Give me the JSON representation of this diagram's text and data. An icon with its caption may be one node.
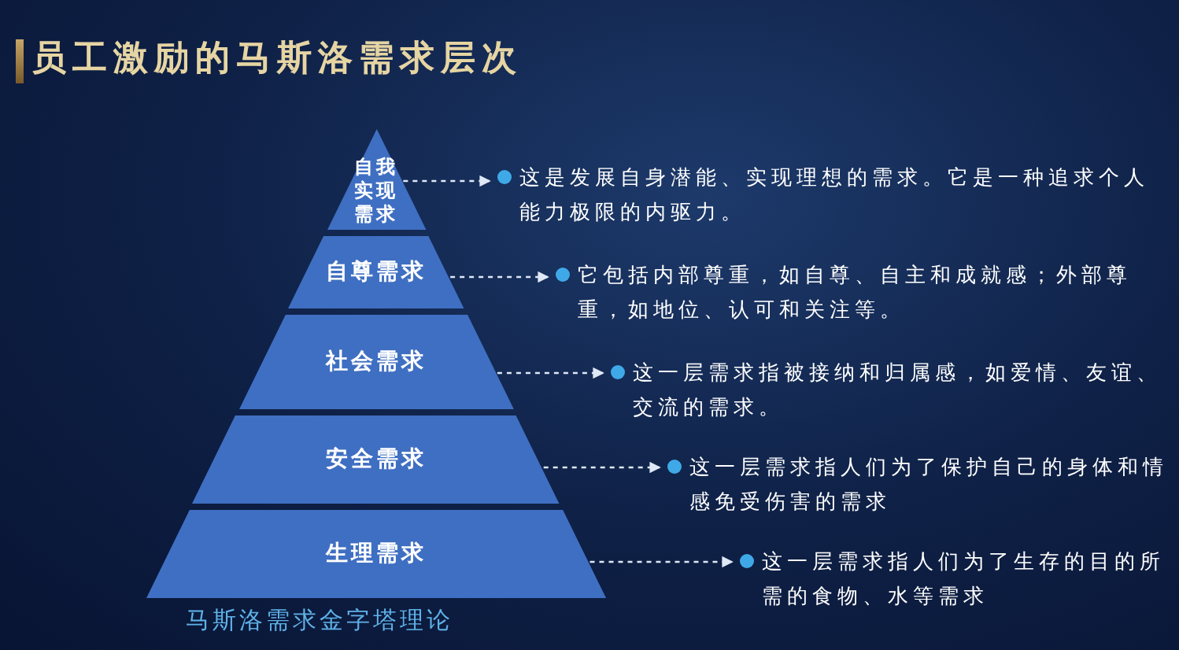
{
  "diagram": {
    "title": "员工激励的马斯洛需求层次",
    "caption": "马斯洛需求金字塔理论",
    "nodes": [
      {
        "text": [
          "自我实现需求"
        ]
      },
      {
        "text": [
          "自尊需求"
        ]
      },
      {
        "text": [
          "社会需求"
        ]
      },
      {
        "text": [
          "安全需求"
        ]
      },
      {
        "text": [
          "生理需求"
        ]
      },
      {
        "text": [
          "这是发展自身潜能、实现理想的需求。它是一种追求个人能力极限的内驱力。"
        ]
      },
      {
        "text": [
          "它包括内部尊重，如自尊、自主和成就感；外部尊重，如地位、认可和关注等。"
        ]
      },
      {
        "text": [
          "这一层需求指被接纳和归属感，如爱情、友谊、交流的需求。"
        ]
      },
      {
        "text": [
          "这一层需求指人们为了保护自己的身体和情感免受伤害的需求"
        ]
      },
      {
        "text": [
          "这一层需求指人们为了生存的目的所需的食物、水等需求"
        ]
      }
    ],
    "edges": [
      {
        "from": 0,
        "to": 5,
        "arrow": "to",
        "style": "dashed"
      },
      {
        "from": 1,
        "to": 6,
        "arrow": "to",
        "style": "dashed"
      },
      {
        "from": 2,
        "to": 7,
        "arrow": "to",
        "style": "dashed"
      },
      {
        "from": 3,
        "to": 8,
        "arrow": "to",
        "style": "dashed"
      },
      {
        "from": 4,
        "to": 9,
        "arrow": "to",
        "style": "dashed"
      }
    ]
  }
}
